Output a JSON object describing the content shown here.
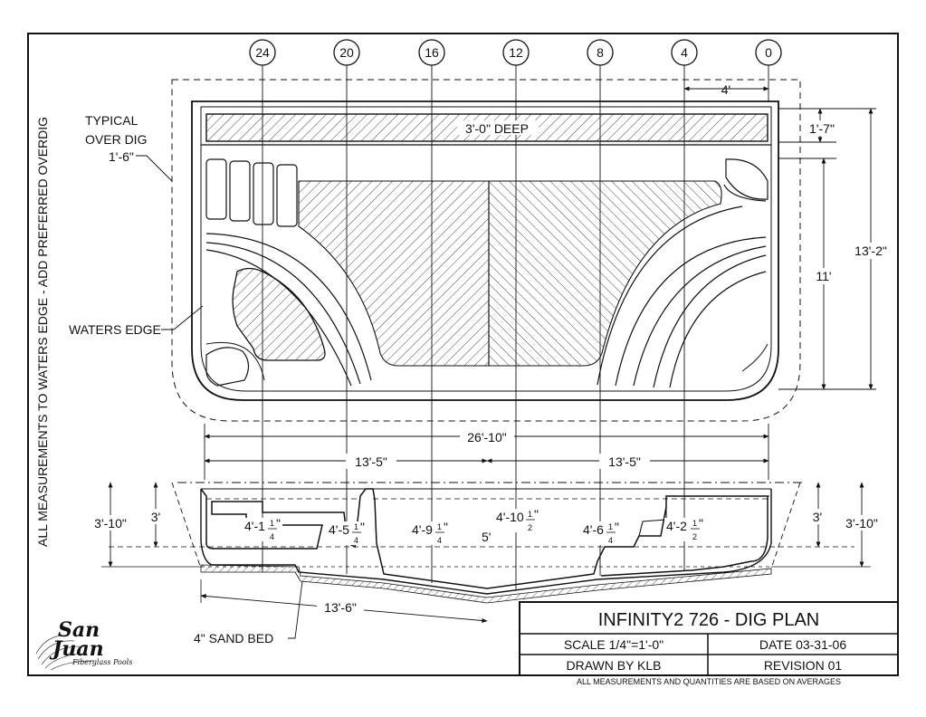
{
  "side_note": "ALL MEASUREMENTS TO WATERS EDGE - ADD PREFERRED OVERDIG",
  "station_markers": [
    "24",
    "20",
    "16",
    "12",
    "8",
    "4",
    "0"
  ],
  "plan": {
    "over_dig_label_line1": "TYPICAL",
    "over_dig_label_line2": "OVER DIG",
    "over_dig_value": "1'-6\"",
    "waters_edge_label": "WATERS EDGE",
    "deep_label": "3'-0\" DEEP",
    "dim_top_4": "4'",
    "dim_1_7": "1'-7\"",
    "dim_11": "11'",
    "dim_13_2": "13'-2\"",
    "dim_overall_length": "26'-10\"",
    "dim_half_left": "13'-5\"",
    "dim_half_right": "13'-5\""
  },
  "section": {
    "dim_left_outer": "3'-10\"",
    "dim_left_inner": "3'",
    "dim_right_inner": "3'",
    "dim_right_outer": "3'-10\"",
    "depth_24": {
      "main": "4'-1",
      "num": "1",
      "den": "4",
      "tail": "\""
    },
    "depth_20": {
      "main": "4'-5",
      "num": "1",
      "den": "4",
      "tail": "\""
    },
    "depth_16": {
      "main": "4'-9",
      "num": "1",
      "den": "4",
      "tail": "\""
    },
    "depth_13": {
      "main": "5'",
      "num": "",
      "den": "",
      "tail": ""
    },
    "depth_12": {
      "main": "4'-10",
      "num": "1",
      "den": "2",
      "tail": "\""
    },
    "depth_8": {
      "main": "4'-6",
      "num": "1",
      "den": "4",
      "tail": "\""
    },
    "depth_4": {
      "main": "4'-2",
      "num": "1",
      "den": "2",
      "tail": "\""
    },
    "dim_13_6": "13'-6\"",
    "sand_bed_label": "4\" SAND BED"
  },
  "title_block": {
    "title": "INFINITY2 726 - DIG PLAN",
    "scale": "SCALE 1/4\"=1'-0\"",
    "date": "DATE 03-31-06",
    "drawn_by": "DRAWN BY KLB",
    "revision": "REVISION 01",
    "footnote": "ALL MEASUREMENTS AND QUANTITIES ARE BASED ON AVERAGES"
  },
  "logo": {
    "line1": "San",
    "line2": "Juan",
    "tagline": "Fiberglass Pools"
  }
}
